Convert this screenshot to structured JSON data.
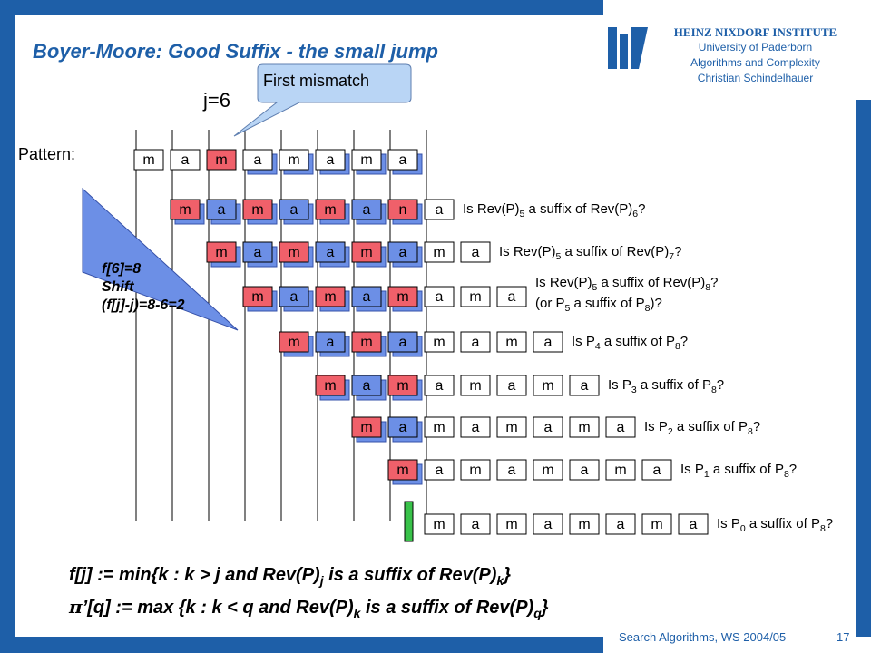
{
  "header": {
    "title": "Boyer-Moore: Good Suffix - the small jump",
    "institute": "HEINZ NIXDORF INSTITUTE",
    "university": "University of Paderborn",
    "department": "Algorithms and Complexity",
    "author": "Christian Schindelhauer"
  },
  "diagram": {
    "j_label": "j=6",
    "callout": "First mismatch",
    "pattern_label": "Pattern:",
    "pattern": [
      "m",
      "a",
      "m",
      "a",
      "m",
      "a",
      "m",
      "a"
    ],
    "f_note": [
      "f[6]=8",
      "Shift",
      "(f[j]-j)=8-6=2"
    ],
    "rows": [
      {
        "left": [
          "m",
          "a",
          "m",
          "a",
          "m",
          "a",
          "n"
        ],
        "right": [
          "a"
        ],
        "q_pre": "Is Rev(P)",
        "q_s1": "5",
        "q_mid": " a suffix of Rev(P)",
        "q_s2": "6",
        "q_post": "?"
      },
      {
        "left": [
          "m",
          "a",
          "m",
          "a",
          "m",
          "a"
        ],
        "right": [
          "m",
          "a"
        ],
        "q_pre": "Is Rev(P)",
        "q_s1": "5",
        "q_mid": " a suffix of Rev(P)",
        "q_s2": "7",
        "q_post": "?"
      },
      {
        "left": [
          "m",
          "a",
          "m",
          "a",
          "m"
        ],
        "right": [
          "a",
          "m",
          "a"
        ],
        "q_pre": "Is Rev(P)",
        "q_s1": "5",
        "q_mid": " a suffix of Rev(P)",
        "q_s2": "8",
        "q_post": "?",
        "q2_pre": "(or P",
        "q2_s1": "5",
        "q2_mid": " a suffix of P",
        "q2_s2": "8",
        "q2_post": ")?"
      },
      {
        "left": [
          "m",
          "a",
          "m",
          "a"
        ],
        "right": [
          "m",
          "a",
          "m",
          "a"
        ],
        "q_pre": "Is P",
        "q_s1": "4",
        "q_mid": " a suffix of P",
        "q_s2": "8",
        "q_post": "?"
      },
      {
        "left": [
          "m",
          "a",
          "m"
        ],
        "right": [
          "a",
          "m",
          "a",
          "m",
          "a"
        ],
        "q_pre": "Is P",
        "q_s1": "3",
        "q_mid": " a suffix of P",
        "q_s2": "8",
        "q_post": "?"
      },
      {
        "left": [
          "m",
          "a"
        ],
        "right": [
          "m",
          "a",
          "m",
          "a",
          "m",
          "a"
        ],
        "q_pre": "Is P",
        "q_s1": "2",
        "q_mid": " a suffix of P",
        "q_s2": "8",
        "q_post": "?"
      },
      {
        "left": [
          "m"
        ],
        "right": [
          "a",
          "m",
          "a",
          "m",
          "a",
          "m",
          "a"
        ],
        "q_pre": "Is P",
        "q_s1": "1",
        "q_mid": " a suffix of P",
        "q_s2": "8",
        "q_post": "?"
      },
      {
        "left": [],
        "right": [
          "m",
          "a",
          "m",
          "a",
          "m",
          "a",
          "m",
          "a"
        ],
        "q_pre": "Is P",
        "q_s1": "0",
        "q_mid": " a suffix of P",
        "q_s2": "8",
        "q_post": "?"
      }
    ]
  },
  "formulas": {
    "f1_a": "f[j] := min{k : k > j and Rev(P)",
    "f1_s1": "j",
    "f1_b": " is a suffix of Rev(P)",
    "f1_s2": "k",
    "f1_c": "}",
    "f2_pi": "π",
    "f2_a": "’[q]  := max {k : k < q and Rev(P)",
    "f2_s1": "k",
    "f2_b": " is a suffix of Rev(P)",
    "f2_s2": "q",
    "f2_c": "}"
  },
  "footer": {
    "course": "Search Algorithms, WS 2004/05",
    "page": "17"
  },
  "colors": {
    "brand_blue": "#1e5fa8",
    "cell_blue": "#6c8fe6",
    "cell_red": "#f0606a",
    "cell_green": "#39c24a",
    "callout_fill": "#b9d5f5"
  }
}
